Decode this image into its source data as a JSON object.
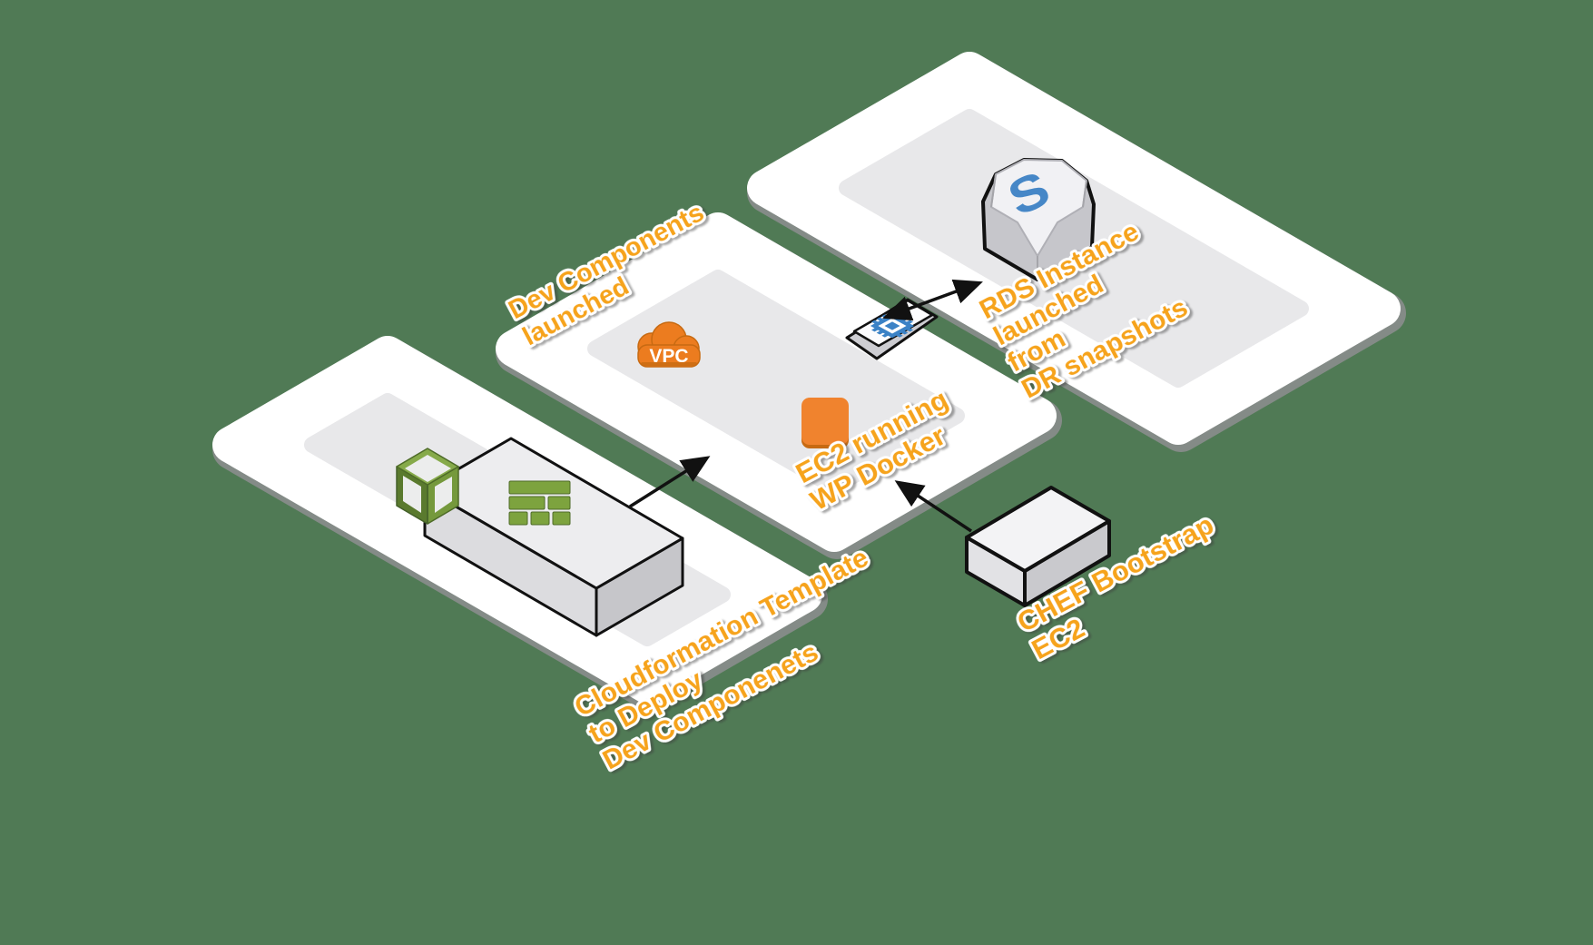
{
  "diagram": {
    "title": "AWS DR environment isometric diagram",
    "labels": {
      "dev_components": {
        "line1": "Dev Components",
        "line2": "launched"
      },
      "ec2_running": {
        "line1": "EC2 running",
        "line2": "WP Docker"
      },
      "cloudformation": {
        "line1": "Cloudformation Template",
        "line2": "to Deploy",
        "line3": "Dev Componenets"
      },
      "chef": {
        "line1": "CHEF Bootstrap",
        "line2": "EC2"
      },
      "rds": {
        "line1": "RDS Instance",
        "line2": "launched",
        "line3": "from",
        "line4": "DR snapshots"
      }
    },
    "icons": {
      "vpc_label": "VPC",
      "rds_letter": "S",
      "names": [
        "cloudformation-icon",
        "template-bricks-icon",
        "vpc-cloud-icon",
        "ec2-instance-icon",
        "eni-chip-icon",
        "rds-instance-icon",
        "chef-box"
      ]
    },
    "colors": {
      "background": "#507a55",
      "panel_fill": "#e8e8ea",
      "panel_border": "#ffffff",
      "panel_shadow": "#8e8e90",
      "label_orange": "#f6a31c",
      "aws_orange": "#ec7c1f",
      "ec2_orange": "#f0832e",
      "aws_green": "#75993c",
      "aws_green_dark": "#5a7a2e",
      "aws_green_light": "#86aa4a",
      "brick_green": "#7da33e",
      "chip_blue": "#3b82c6",
      "rds_blue": "#4687c7",
      "outline_black": "#111111"
    }
  }
}
